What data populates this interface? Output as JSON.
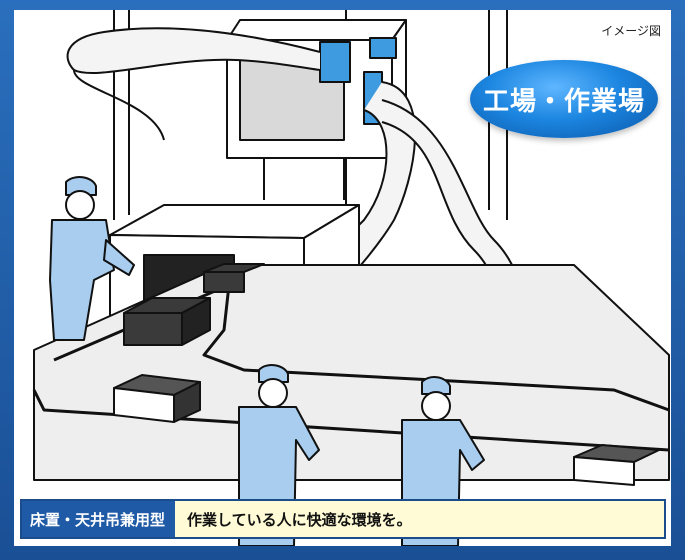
{
  "note": "イメージ図",
  "badge": {
    "label": "工場・作業場"
  },
  "caption": {
    "tag": "床置・天井吊兼用型",
    "message": "作業している人に快適な環境を。"
  },
  "colors": {
    "frame_blue": "#1f5aa6",
    "badge_blue": "#1c86e0",
    "caption_bg": "#fffbd6",
    "worker_blue": "#a8cdef"
  }
}
